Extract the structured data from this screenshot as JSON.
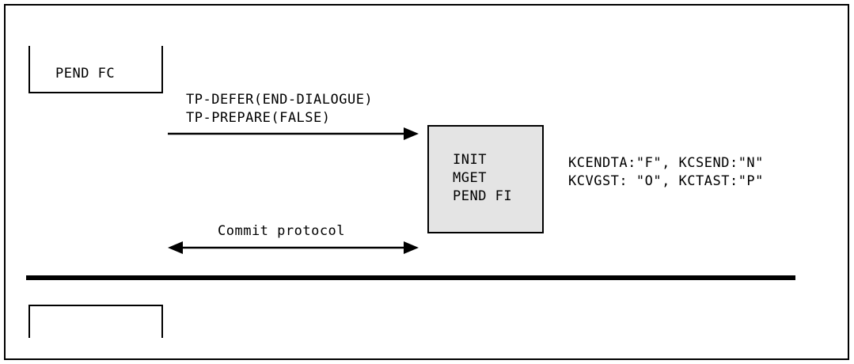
{
  "diagram": {
    "title_none": "",
    "boxes": {
      "pend_fc": {
        "label": "PEND FC"
      },
      "program": {
        "lines": [
          "INIT",
          "MGET",
          "PEND FI"
        ]
      },
      "bottom_open": {
        "label": ""
      }
    },
    "messages": {
      "outgoing": {
        "line1": "TP-DEFER(END-DIALOGUE)",
        "line2": "TP-PREPARE(FALSE)"
      },
      "commit": {
        "label": "Commit protocol"
      }
    },
    "status": {
      "line1": "KCENDTA:\"F\", KCSEND:\"N\"",
      "line2": "KCVGST: \"O\", KCTAST:\"P\""
    },
    "colors": {
      "stroke": "#000000",
      "program_box_fill": "#e4e4e4",
      "background": "#ffffff",
      "text": "#000000"
    },
    "icons": {
      "arrow_right": "arrow-right-icon",
      "arrow_double": "arrow-double-headed-icon"
    }
  }
}
